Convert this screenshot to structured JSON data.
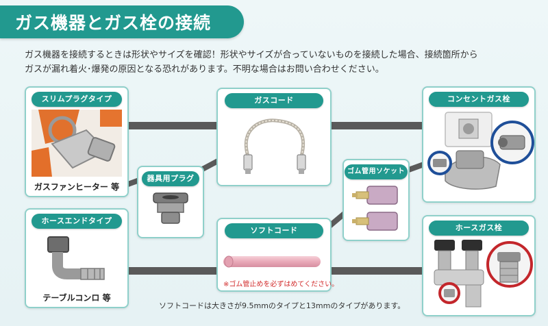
{
  "header": {
    "title": "ガス機器とガス栓の接続"
  },
  "intro": {
    "line1": "ガス機器を接続するときは形状やサイズを確認！形状やサイズが合っていないものを接続した場合、接続箇所から",
    "line2": "ガスが漏れ着火･爆発の原因となる恐れがあります。不明な場合はお問い合わせください。"
  },
  "panels": {
    "slim_plug": {
      "label": "スリムプラグタイプ",
      "caption": "ガスファンヒーター 等"
    },
    "hose_end": {
      "label": "ホースエンドタイプ",
      "caption": "テーブルコンロ 等"
    },
    "appliance_plug": {
      "label": "器具用プラグ"
    },
    "gas_cord": {
      "label": "ガスコード"
    },
    "soft_cord": {
      "label": "ソフトコード",
      "note": "※ゴム管止めを必ずはめてください。"
    },
    "rubber_socket": {
      "label": "ゴム管用ソケット"
    },
    "outlet_valve": {
      "label": "コンセントガス栓"
    },
    "hose_valve": {
      "label": "ホースガス栓"
    }
  },
  "footnote": "ソフトコードは大きさが9.5mmのタイプと13mmのタイプがあります。",
  "colors": {
    "accent": "#22998f",
    "panel_border": "#8fd0ca",
    "connector": "#5a5a5a",
    "warning": "#d22c2c",
    "highlight_blue": "#1f4f99",
    "highlight_red": "#c3262b"
  }
}
